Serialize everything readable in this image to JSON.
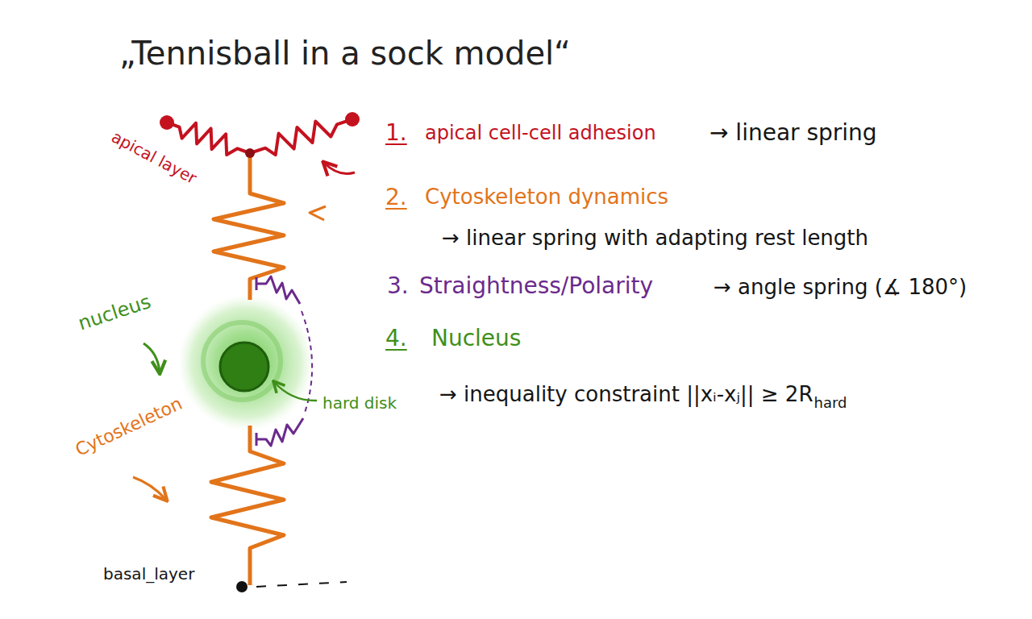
{
  "diagram": {
    "title": "„Tennisball in a sock model“",
    "labels": [
      "apical layer",
      "nucleus",
      "hard disk",
      "Cytoskeleton",
      "basal_layer",
      "1.",
      "apical cell-cell adhesion",
      "→ linear spring",
      "2.",
      "Cytoskeleton dynamics",
      "→ linear spring with adapting rest length",
      "3.",
      "Straightness/Polarity",
      "→ angle spring (∡ 180°)",
      "4.",
      "Nucleus",
      "→ inequality constraint ||xᵢ-xⱼ|| ≥ 2R",
      "hard"
    ]
  }
}
